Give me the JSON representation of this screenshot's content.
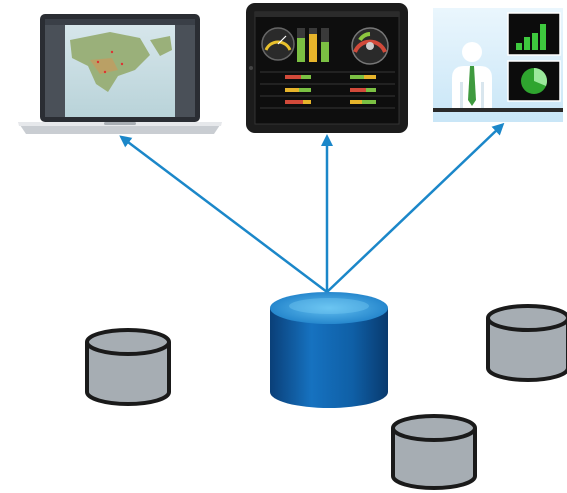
{
  "diagram": {
    "devices": [
      {
        "name": "laptop",
        "icon": "laptop-map-dashboard-icon"
      },
      {
        "name": "tablet",
        "icon": "tablet-gauge-dashboard-icon"
      },
      {
        "name": "presentation",
        "icon": "presenter-with-charts-icon"
      }
    ],
    "databases": {
      "central": {
        "icon": "central-database-icon"
      },
      "peripheral": [
        "database-icon-left",
        "database-icon-right",
        "database-icon-bottom"
      ]
    }
  },
  "colors": {
    "arrow": "#1b87c9",
    "central_db_top": "#3aa0e0",
    "central_db_body": "#0f5fa6",
    "peripheral_db_fill": "#a6adb3",
    "peripheral_db_stroke": "#1a1a1a",
    "tablet_frame": "#1c1c1c",
    "presentation_bg": "#dff0fb",
    "chart_green": "#3ec93e"
  }
}
